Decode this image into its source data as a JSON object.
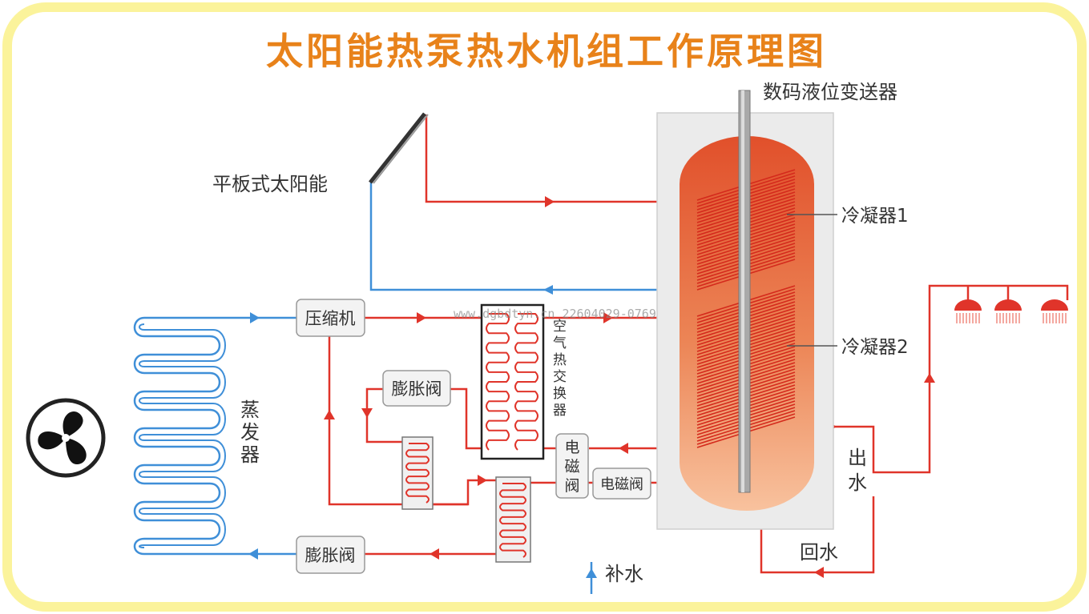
{
  "title": "太阳能热泵热水机组工作原理图",
  "watermark": "www.dgbdtyn.cn 22604029-0769",
  "labels": {
    "solar_panel": "平板式太阳能",
    "level_transmitter": "数码液位变送器",
    "condenser1": "冷凝器1",
    "condenser2": "冷凝器2",
    "evaporator": "蒸发器",
    "air_exchanger": "空气热交换器",
    "outlet": "出水",
    "return": "回水",
    "makeup": "补水"
  },
  "components": {
    "compressor": "压缩机",
    "expansion_valve_upper": "膨胀阀",
    "expansion_valve_lower": "膨胀阀",
    "solenoid_vertical": "电磁阀",
    "solenoid_horizontal": "电磁阀"
  },
  "colors": {
    "frame": "#fbf39b",
    "title": "#e8821a",
    "hot_pipe": "#e0342a",
    "cold_pipe": "#3f8fd8",
    "tank_top": "#e2542c",
    "tank_bottom": "#f6b78e"
  },
  "icons": {
    "fan": "fan-icon",
    "shower": "shower-head-icon"
  }
}
